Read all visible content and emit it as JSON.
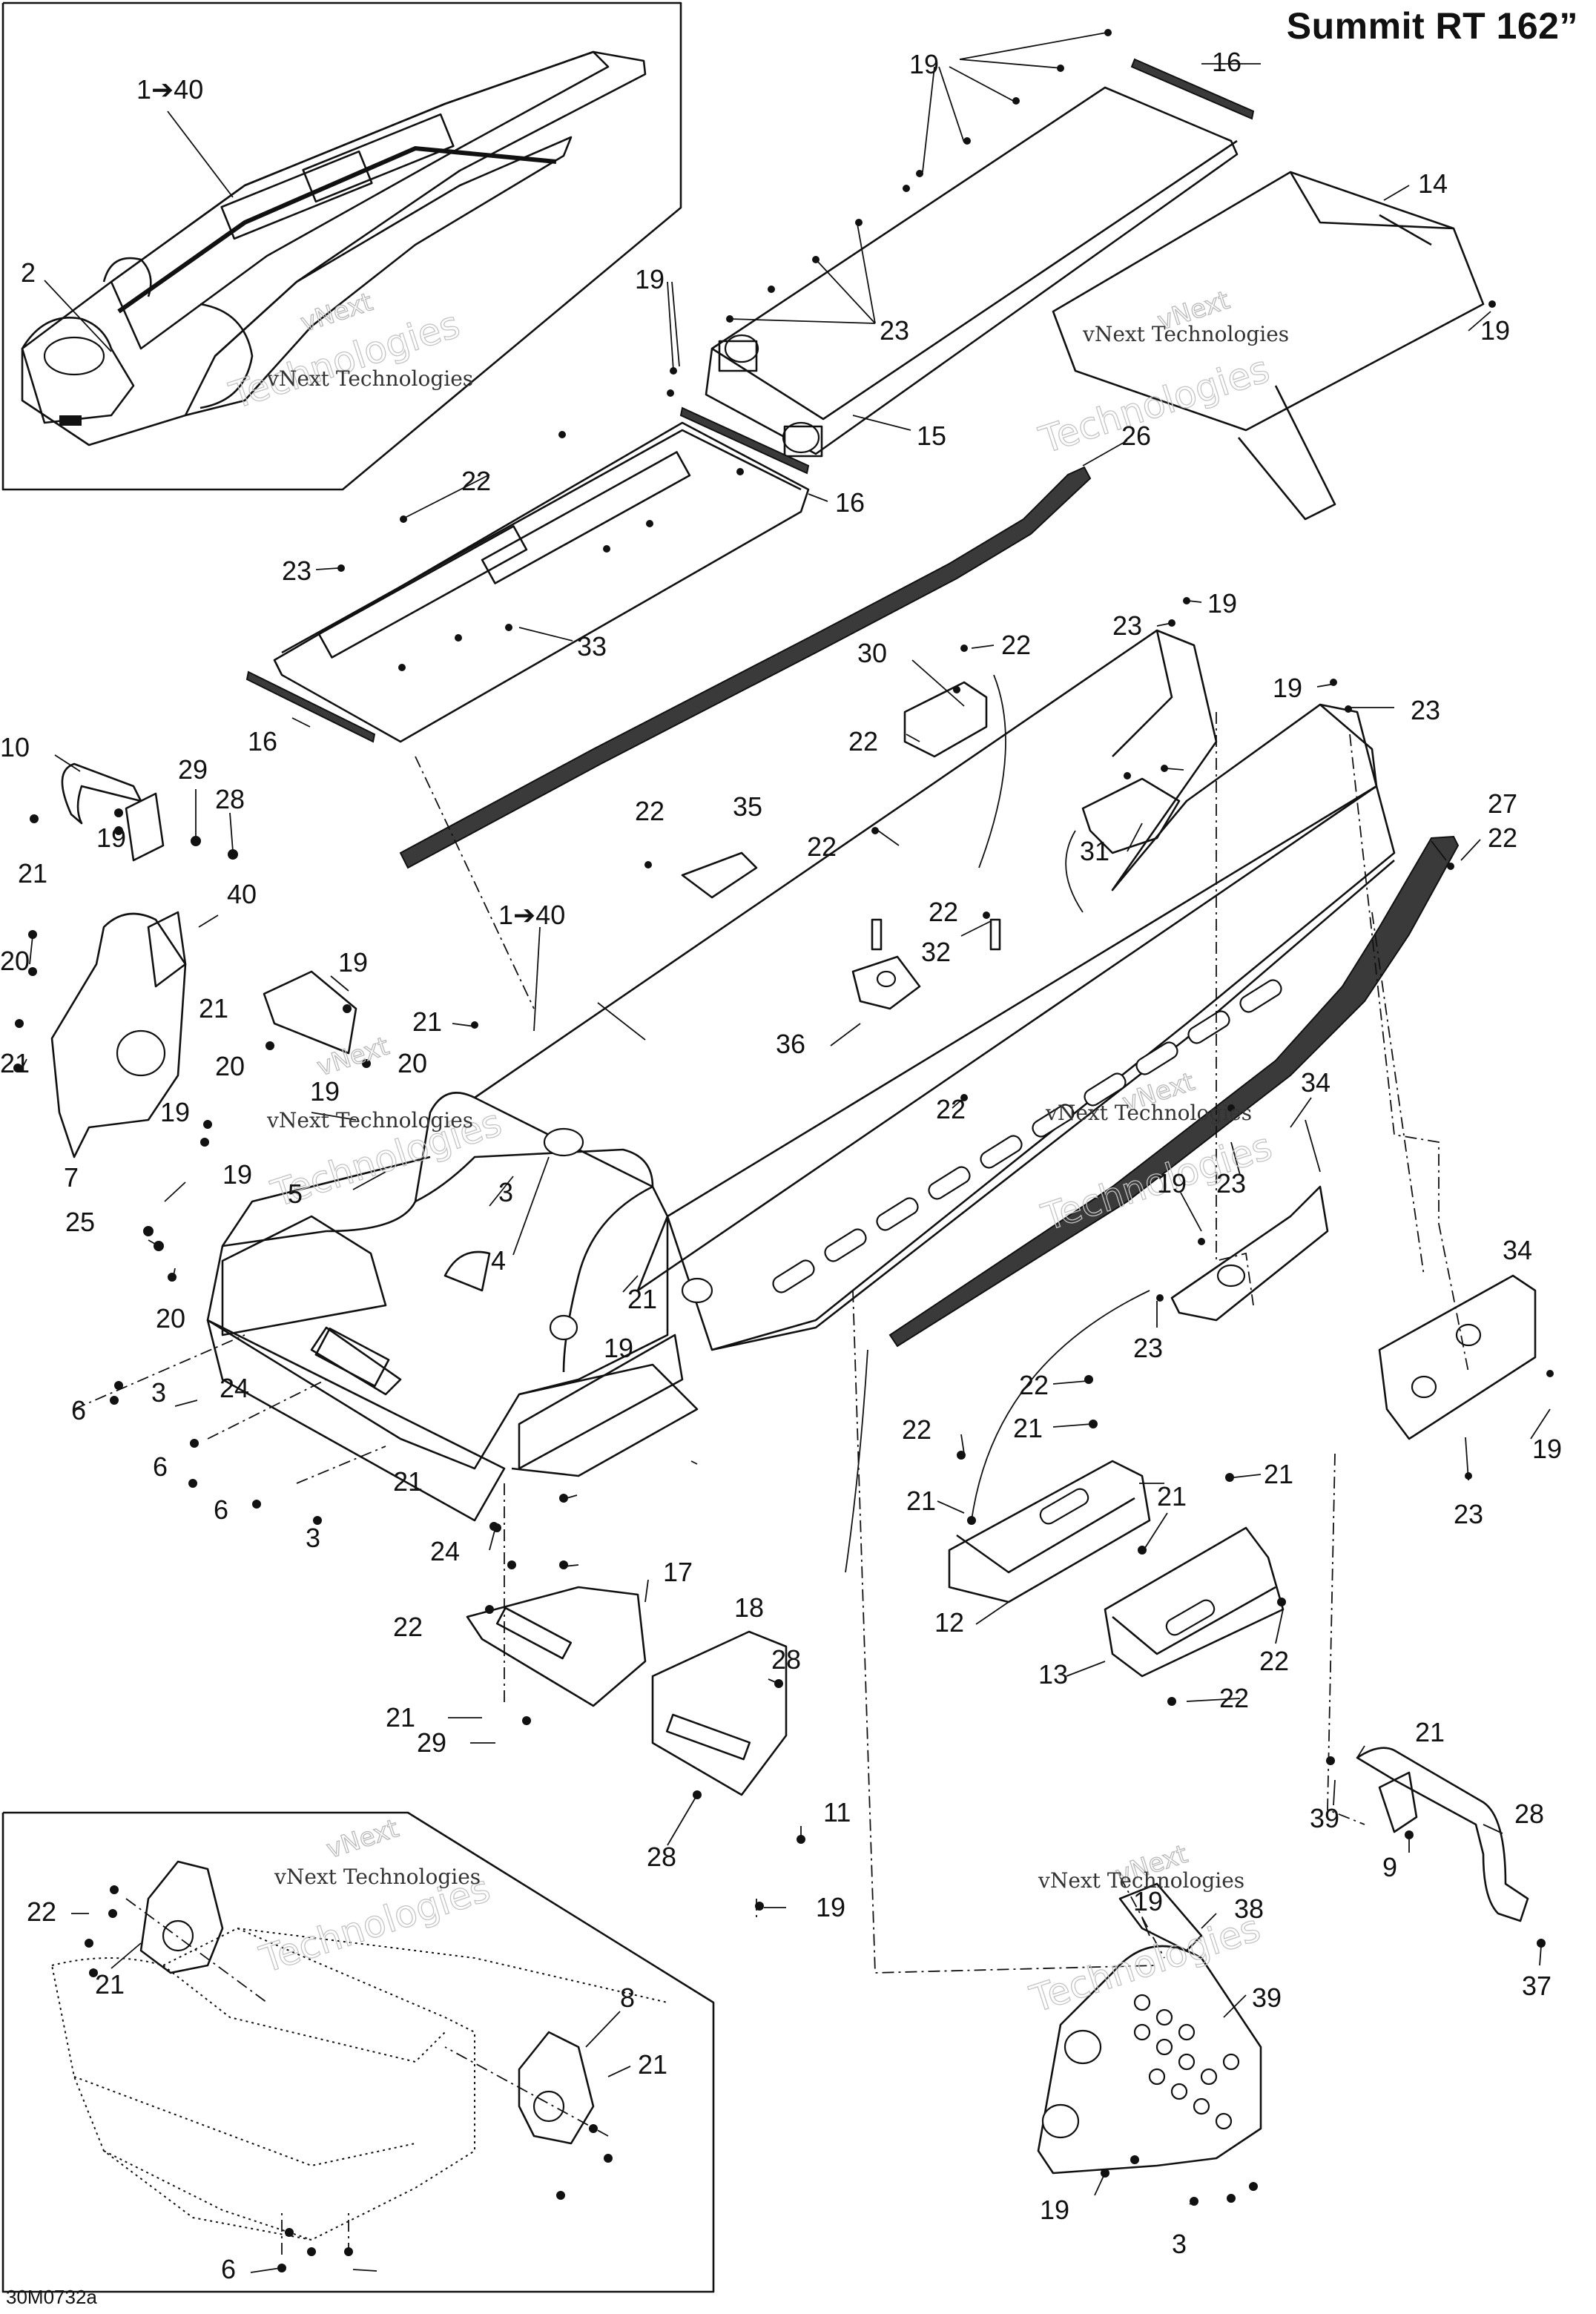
{
  "title": "Summit RT 162”",
  "drawing_code": "30M0732a",
  "watermark": {
    "line1": "vNext",
    "line2": "Technologies",
    "caption": "vNext Technologies"
  },
  "callouts": [
    {
      "label": "1➔40"
    },
    {
      "label": "2"
    },
    {
      "label": "19"
    },
    {
      "label": "16"
    },
    {
      "label": "14"
    },
    {
      "label": "23"
    },
    {
      "label": "19"
    },
    {
      "label": "15"
    },
    {
      "label": "16"
    },
    {
      "label": "19"
    },
    {
      "label": "22"
    },
    {
      "label": "26"
    },
    {
      "label": "23"
    },
    {
      "label": "33"
    },
    {
      "label": "16"
    },
    {
      "label": "23"
    },
    {
      "label": "19"
    },
    {
      "label": "30"
    },
    {
      "label": "22"
    },
    {
      "label": "22"
    },
    {
      "label": "19"
    },
    {
      "label": "23"
    },
    {
      "label": "10"
    },
    {
      "label": "29"
    },
    {
      "label": "28"
    },
    {
      "label": "19"
    },
    {
      "label": "21"
    },
    {
      "label": "22"
    },
    {
      "label": "35"
    },
    {
      "label": "22"
    },
    {
      "label": "31"
    },
    {
      "label": "27"
    },
    {
      "label": "22"
    },
    {
      "label": "40"
    },
    {
      "label": "1➔40"
    },
    {
      "label": "22"
    },
    {
      "label": "32"
    },
    {
      "label": "20"
    },
    {
      "label": "19"
    },
    {
      "label": "21"
    },
    {
      "label": "21"
    },
    {
      "label": "36"
    },
    {
      "label": "21"
    },
    {
      "label": "20"
    },
    {
      "label": "20"
    },
    {
      "label": "19"
    },
    {
      "label": "22"
    },
    {
      "label": "19"
    },
    {
      "label": "34"
    },
    {
      "label": "7"
    },
    {
      "label": "19"
    },
    {
      "label": "5"
    },
    {
      "label": "3"
    },
    {
      "label": "25"
    },
    {
      "label": "4"
    },
    {
      "label": "23"
    },
    {
      "label": "19"
    },
    {
      "label": "21"
    },
    {
      "label": "20"
    },
    {
      "label": "19"
    },
    {
      "label": "34"
    },
    {
      "label": "23"
    },
    {
      "label": "6"
    },
    {
      "label": "3"
    },
    {
      "label": "24"
    },
    {
      "label": "22"
    },
    {
      "label": "6"
    },
    {
      "label": "22"
    },
    {
      "label": "21"
    },
    {
      "label": "19"
    },
    {
      "label": "21"
    },
    {
      "label": "6"
    },
    {
      "label": "3"
    },
    {
      "label": "21"
    },
    {
      "label": "21"
    },
    {
      "label": "21"
    },
    {
      "label": "23"
    },
    {
      "label": "24"
    },
    {
      "label": "17"
    },
    {
      "label": "12"
    },
    {
      "label": "22"
    },
    {
      "label": "18"
    },
    {
      "label": "13"
    },
    {
      "label": "22"
    },
    {
      "label": "22"
    },
    {
      "label": "28"
    },
    {
      "label": "21"
    },
    {
      "label": "29"
    },
    {
      "label": "21"
    },
    {
      "label": "11"
    },
    {
      "label": "28"
    },
    {
      "label": "39"
    },
    {
      "label": "22"
    },
    {
      "label": "28"
    },
    {
      "label": "19"
    },
    {
      "label": "9"
    },
    {
      "label": "19"
    },
    {
      "label": "38"
    },
    {
      "label": "21"
    },
    {
      "label": "37"
    },
    {
      "label": "8"
    },
    {
      "label": "39"
    },
    {
      "label": "21"
    },
    {
      "label": "19"
    },
    {
      "label": "3"
    },
    {
      "label": "6"
    }
  ]
}
